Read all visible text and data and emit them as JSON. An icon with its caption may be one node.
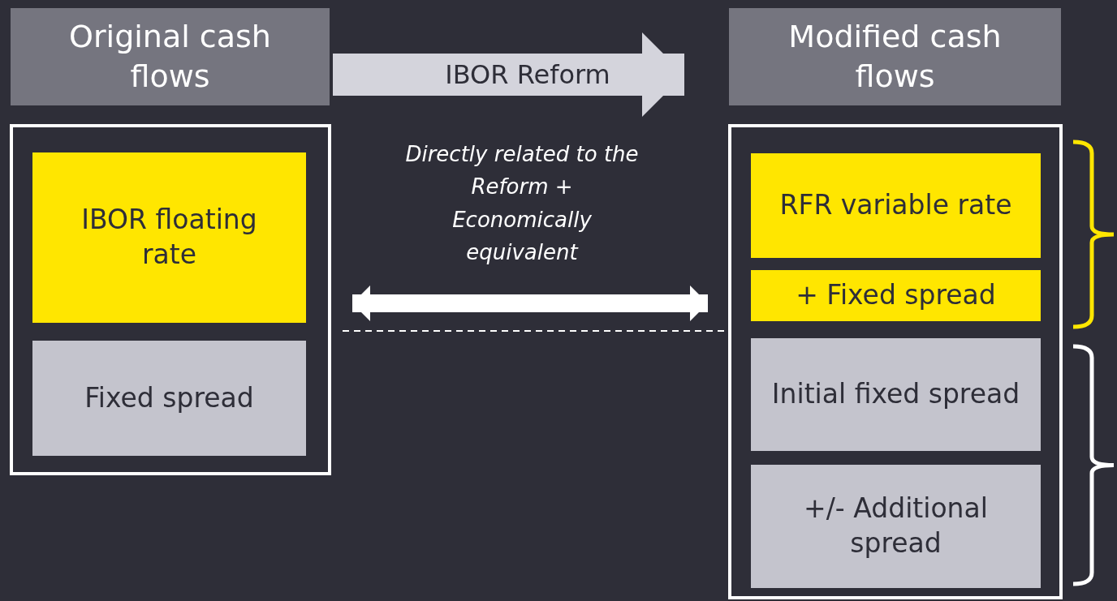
{
  "diagram": {
    "nodes": [
      {
        "text": [
          "Original cash flows"
        ]
      },
      {
        "text": [],
        "shape": "box"
      },
      {
        "text": [
          "IBOR floating rate"
        ],
        "in": 1
      },
      {
        "text": [
          "Fixed spread"
        ],
        "in": 1
      },
      {
        "text": [
          "Modified cash flows"
        ]
      },
      {
        "text": [],
        "shape": "box"
      },
      {
        "text": [
          "RFR variable rate"
        ],
        "in": 5
      },
      {
        "text": [
          "+ Fixed spread"
        ],
        "in": 5
      },
      {
        "text": [
          "Initial fixed spread"
        ],
        "in": 5
      },
      {
        "text": [
          "+/- Additional spread"
        ],
        "in": 5
      }
    ],
    "edges": [
      {
        "from": 0,
        "to": 4,
        "arrow": "to",
        "label": "IBOR Reform",
        "style": "thick",
        "color": "#d4d4dc"
      },
      {
        "from": 1,
        "to": 5,
        "arrow": "both",
        "label": "Directly related to the Reform + Economically equivalent",
        "color": "#ffffff"
      }
    ]
  }
}
